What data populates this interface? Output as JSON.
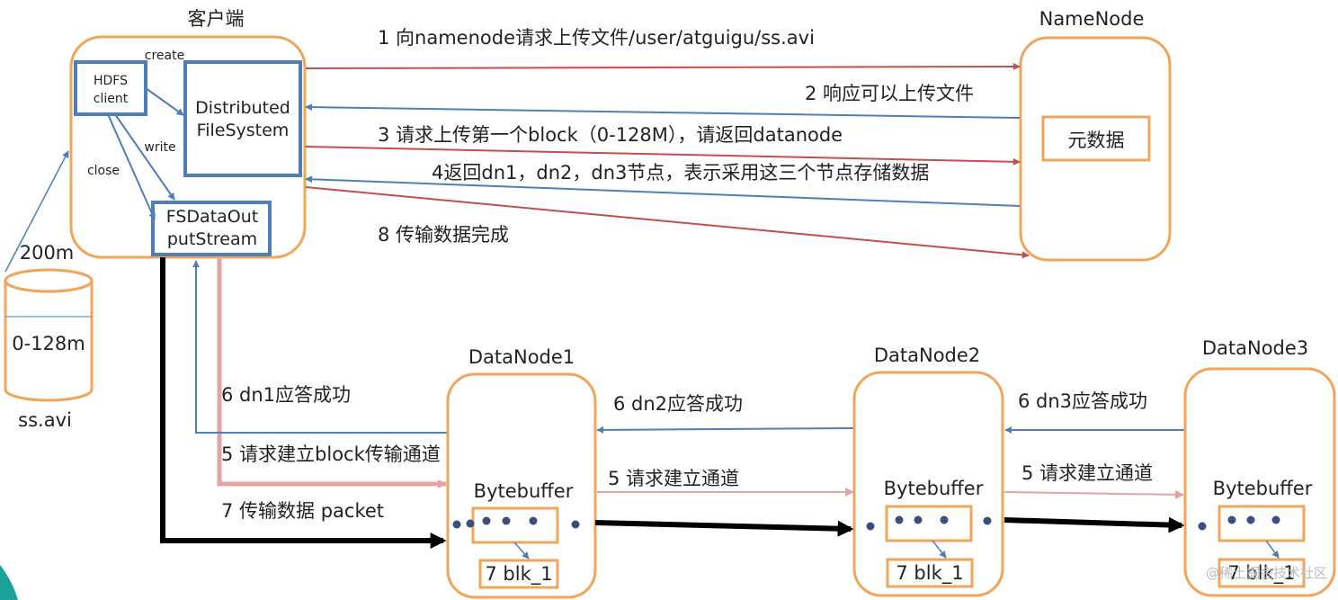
{
  "client": {
    "title": "客户端",
    "hdfs_client": [
      "HDFS",
      "client"
    ],
    "dfs": [
      "Distributed",
      "FileSystem"
    ],
    "fsdos": [
      "FSDataOut",
      "putStream"
    ],
    "create": "create",
    "write": "write",
    "close": "close"
  },
  "file": {
    "size": "200m",
    "block": "0-128m",
    "name": "ss.avi"
  },
  "namenode": {
    "title": "NameNode",
    "meta": "元数据"
  },
  "messages": {
    "m1": "1 向namenode请求上传文件/user/atguigu/ss.avi",
    "m2": "2 响应可以上传文件",
    "m3": "3 请求上传第一个block（0-128M），请返回datanode",
    "m4": "4返回dn1，dn2，dn3节点，表示采用这三个节点存储数据",
    "m8": "8 传输数据完成",
    "m6_dn1": "6 dn1应答成功",
    "m5_block": "5 请求建立block传输通道",
    "m7": "7 传输数据  packet",
    "m6_dn2": "6 dn2应答成功",
    "m5_ch1": "5 请求建立通道",
    "m6_dn3": "6 dn3应答成功",
    "m5_ch2": "5 请求建立通道"
  },
  "datanodes": [
    {
      "title": "DataNode1",
      "buffer": "Bytebuffer",
      "blk": "7 blk_1"
    },
    {
      "title": "DataNode2",
      "buffer": "Bytebuffer",
      "blk": "7 blk_1"
    },
    {
      "title": "DataNode3",
      "buffer": "Bytebuffer",
      "blk": "7 blk_1"
    }
  ],
  "watermark": "@稀土掘金技术社区",
  "colors": {
    "orange": "#f0a55a",
    "blue": "#4f7fb6",
    "red": "#c0504d",
    "pink": "#e3a5a4",
    "dot": "#3a4f7a"
  }
}
